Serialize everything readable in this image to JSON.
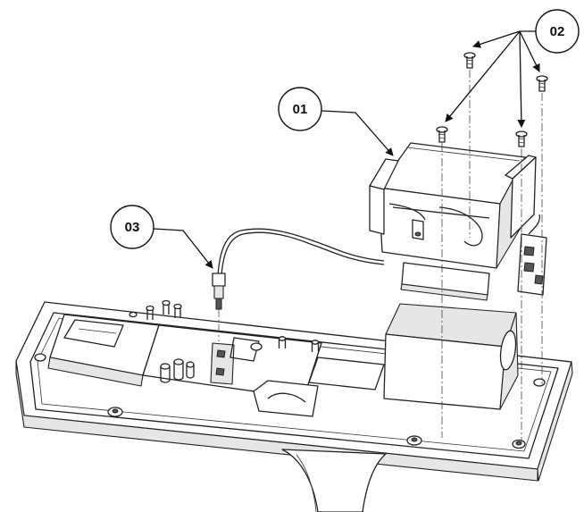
{
  "callouts": [
    {
      "id": "01",
      "label": "01"
    },
    {
      "id": "02",
      "label": "02"
    },
    {
      "id": "03",
      "label": "03"
    }
  ],
  "colors": {
    "line": "#222222",
    "background": "#ffffff"
  }
}
